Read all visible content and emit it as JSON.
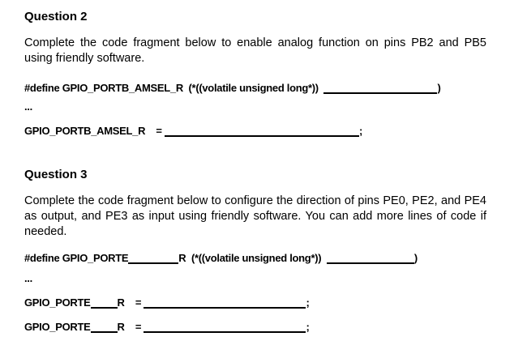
{
  "document": {
    "q2": {
      "heading": "Question 2",
      "body_lines": [
        "Complete the code fragment below to enable analog function on pins PB2 and PB5",
        "using friendly software."
      ],
      "define_prefix": "#define GPIO_PORTB_AMSEL_R  (*((volatile unsigned long*))  ",
      "define_suffix": ")",
      "ellipsis": "...",
      "assign_prefix": "GPIO_PORTB_AMSEL_R    = ",
      "assign_suffix": ";"
    },
    "q3": {
      "heading": "Question 3",
      "body_lines": [
        "Complete the code fragment below to configure the direction of pins PE0, PE2, and PE4",
        "as output, and PE3 as input using friendly software. You can add more lines of code if",
        "needed."
      ],
      "define_p1": "#define GPIO_PORTE",
      "define_p2": "R  (*((volatile unsigned long*))  ",
      "define_suffix": ")",
      "ellipsis": "...",
      "assign_p1": "GPIO_PORTE",
      "assign_p2": "R    = ",
      "assign_suffix": ";"
    }
  }
}
